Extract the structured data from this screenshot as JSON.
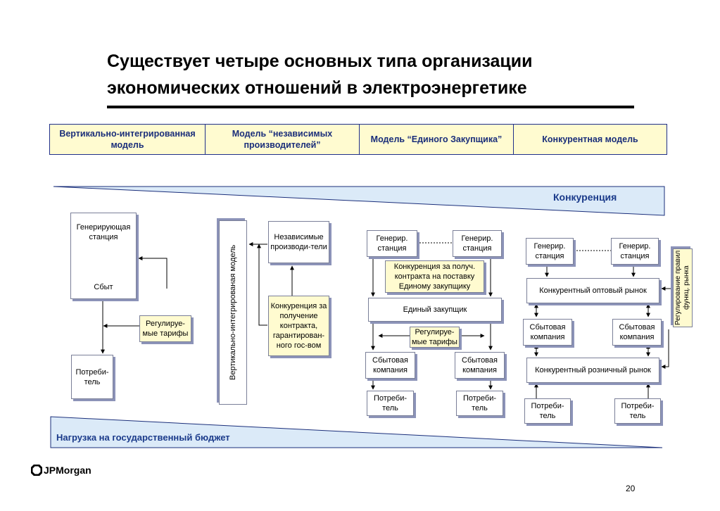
{
  "title": "Существует четыре основных типа организации экономических отношений в электроэнергетике",
  "models": [
    "Вертикально-интегрированная модель",
    "Модель “независимых производителей”",
    "Модель “Единого Закупщика”",
    "Конкурентная модель"
  ],
  "competition_label": "Конкуренция",
  "budget_label": "Нагрузка на государственный бюджет",
  "vi_model": {
    "generating_station": "Генерирующая станция",
    "sales": "Сбыт",
    "regulated_tariffs": "Регулируе-мые тарифы",
    "consumer": "Потреби-тель"
  },
  "ipp_model": {
    "vertical_label": "Вертикально-интегрированая модель",
    "independent_producers": "Независимые производи-тели",
    "competition_contract": "Конкуренция за получение контракта, гарантирован-ного гос-вом"
  },
  "single_buyer": {
    "gen1": "Генерир. станция",
    "gen2": "Генерир. станция",
    "competition_note": "Конкуренция за получ. контракта на поставку Единому закупщику",
    "buyer": "Единый закупщик",
    "regulated_tariffs": "Регулируе-мые тарифы",
    "sales1": "Сбытовая компания",
    "sales2": "Сбытовая компания",
    "consumer1": "Потреби-тель",
    "consumer2": "Потреби-тель"
  },
  "competitive": {
    "gen1": "Генерир. станция",
    "gen2": "Генерир. станция",
    "wholesale": "Конкурентный оптовый рынок",
    "sales1": "Сбытовая компания",
    "sales2": "Сбытовая компания",
    "retail": "Конкурентный розничный рынок",
    "consumer1": "Потреби-тель",
    "consumer2": "Потреби-тель",
    "regulation": "Регулирование правил функц. рынка"
  },
  "logo_text": "JPMorgan",
  "page_number": "20",
  "colors": {
    "band": "#dbeaf8",
    "accent": "#1a3a8a",
    "note": "#fffbd0"
  }
}
